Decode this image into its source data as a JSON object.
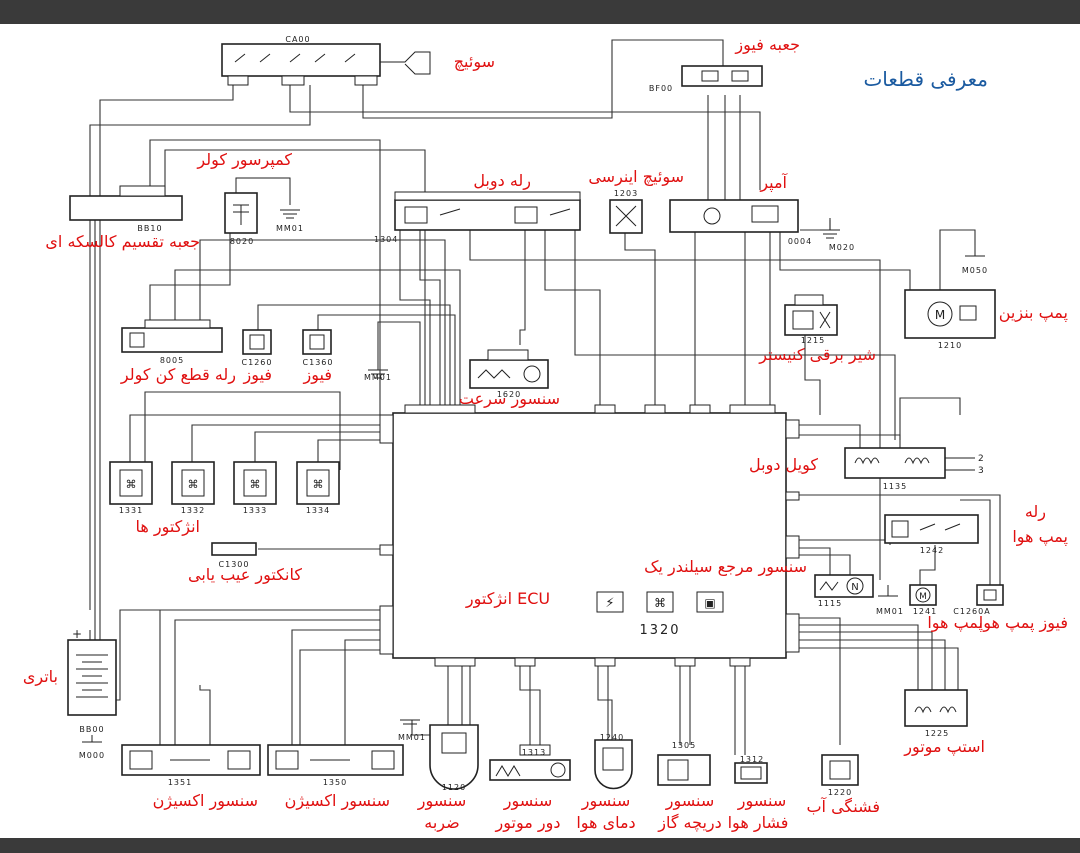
{
  "page": {
    "background": "#3a3a3a",
    "paper": "#ffffff",
    "label_color": "#e01010",
    "title_color": "#1a5aa0",
    "line_color": "#222222"
  },
  "title": "معرفی قطعات",
  "ecu": {
    "code": "1320",
    "label": "انژکتور ECU"
  },
  "components": [
    {
      "id": "ignition_switch",
      "code": "CA00",
      "label": "سوئیچ"
    },
    {
      "id": "fuse_box",
      "code": "BF00",
      "label": "جعبه فیوز"
    },
    {
      "id": "cooler_compressor",
      "code": "8020",
      "label": "کمپرسور کولر"
    },
    {
      "id": "ground_mm01_a",
      "code": "MM01"
    },
    {
      "id": "body_distribution_box",
      "code": "BB10",
      "label": "جعبه تقسیم کالسکه ای"
    },
    {
      "id": "double_relay",
      "code": "1304",
      "label": "رله دوبل"
    },
    {
      "id": "inertia_switch",
      "code": "1203",
      "label": "سوئیچ اینرسی"
    },
    {
      "id": "ammeter",
      "code": "0004",
      "label": "آمپر"
    },
    {
      "id": "ground_m020",
      "code": "M020"
    },
    {
      "id": "ground_m050",
      "code": "M050"
    },
    {
      "id": "fuel_pump",
      "code": "1210",
      "label": "پمپ بنزین"
    },
    {
      "id": "canister_valve",
      "code": "1215",
      "label": "شیر برقی کنیستر"
    },
    {
      "id": "cooler_cut_relay",
      "code": "8005",
      "label": "رله قطع کن کولر"
    },
    {
      "id": "fuse_c1260",
      "code": "C1260",
      "label": "فیوز"
    },
    {
      "id": "fuse_c1360",
      "code": "C1360",
      "label": "فیوز"
    },
    {
      "id": "speed_sensor",
      "code": "1620",
      "label": "سنسور سرعت"
    },
    {
      "id": "ground_mm01_b",
      "code": "MM01"
    },
    {
      "id": "injector_1",
      "code": "1331"
    },
    {
      "id": "injector_2",
      "code": "1332"
    },
    {
      "id": "injector_3",
      "code": "1333"
    },
    {
      "id": "injector_4",
      "code": "1334"
    },
    {
      "id": "injectors_group",
      "label": "انژکتور ها"
    },
    {
      "id": "double_coil",
      "code": "1135",
      "label": "کویل دوبل"
    },
    {
      "id": "air_pump_relay",
      "code": "1242",
      "label": "رله\nپمپ هوا"
    },
    {
      "id": "diagnostic_connector",
      "code": "C1300",
      "label": "کانکتور عیب یابی"
    },
    {
      "id": "cylinder_ref_sensor",
      "code": "1115",
      "label": "سنسور مرجع سیلندر یک"
    },
    {
      "id": "air_pump",
      "code": "1241",
      "label": "پمپ هوا"
    },
    {
      "id": "air_pump_fuse",
      "code": "C1260A",
      "label": "فیوز پمپ هوا"
    },
    {
      "id": "ground_mm01_c",
      "code": "MM01"
    },
    {
      "id": "battery",
      "code": "BB00",
      "label": "باتری"
    },
    {
      "id": "ground_m000",
      "code": "M000"
    },
    {
      "id": "stepper_motor",
      "code": "1225",
      "label": "استپ موتور"
    },
    {
      "id": "oxygen_sensor_1",
      "code": "1351",
      "label": "سنسور اکسیژن"
    },
    {
      "id": "oxygen_sensor_2",
      "code": "1350",
      "label": "سنسور اکسیژن"
    },
    {
      "id": "knock_sensor",
      "code": "1120",
      "label": "سنسور\nضربه"
    },
    {
      "id": "ground_mm01_d",
      "code": "MM01"
    },
    {
      "id": "rpm_sensor",
      "code": "1313",
      "label": "سنسور\nدور موتور"
    },
    {
      "id": "air_temp_sensor",
      "code": "1240",
      "label": "سنسور\nدمای هوا"
    },
    {
      "id": "throttle_sensor",
      "code": "1305",
      "label": "سنسور\nدریچه گاز"
    },
    {
      "id": "air_pressure_sensor",
      "code": "1312",
      "label": "سنسور\nفشار هوا"
    },
    {
      "id": "water_sensor",
      "code": "1220",
      "label": "فشنگی آب"
    }
  ]
}
